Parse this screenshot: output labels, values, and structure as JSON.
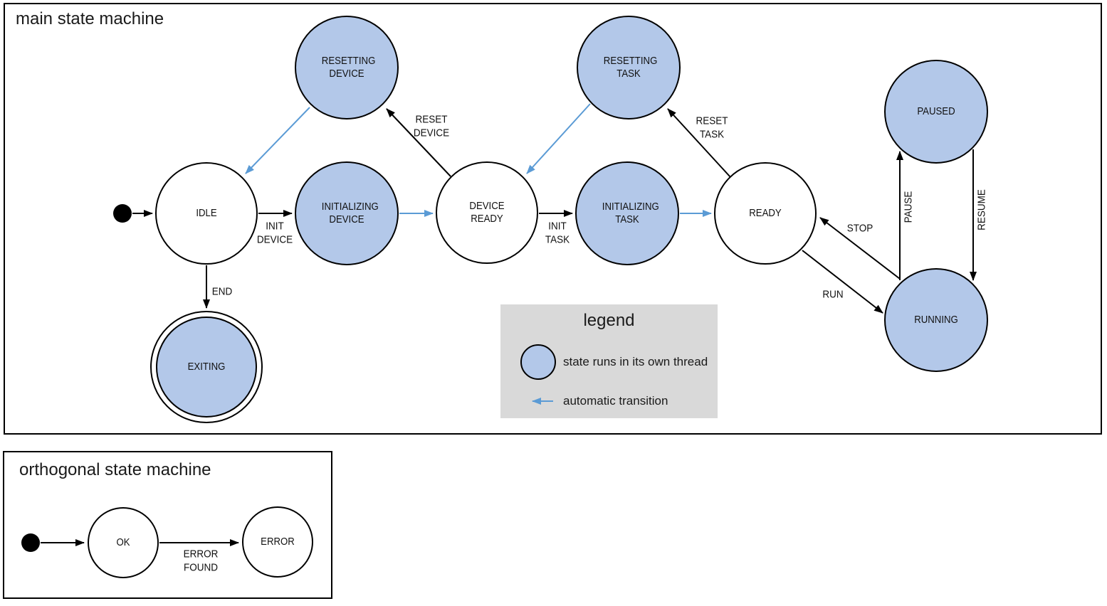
{
  "panels": {
    "main": {
      "title": "main state machine",
      "states": [
        {
          "id": "idle",
          "label": "IDLE",
          "threaded": false,
          "final": false
        },
        {
          "id": "resetting-device",
          "label": "RESETTING DEVICE",
          "threaded": true,
          "final": false
        },
        {
          "id": "initializing-device",
          "label": "INITIALIZING DEVICE",
          "threaded": true,
          "final": false
        },
        {
          "id": "device-ready",
          "label": "DEVICE READY",
          "threaded": false,
          "final": false
        },
        {
          "id": "resetting-task",
          "label": "RESETTING TASK",
          "threaded": true,
          "final": false
        },
        {
          "id": "initializing-task",
          "label": "INITIALIZING TASK",
          "threaded": true,
          "final": false
        },
        {
          "id": "ready",
          "label": "READY",
          "threaded": false,
          "final": false
        },
        {
          "id": "paused",
          "label": "PAUSED",
          "threaded": true,
          "final": false
        },
        {
          "id": "running",
          "label": "RUNNING",
          "threaded": true,
          "final": false
        },
        {
          "id": "exiting",
          "label": "EXITING",
          "threaded": true,
          "final": true
        }
      ],
      "transitions": [
        {
          "from": "initial",
          "to": "idle",
          "label": "",
          "automatic": false
        },
        {
          "from": "idle",
          "to": "initializing-device",
          "label": "INIT DEVICE",
          "automatic": false
        },
        {
          "from": "initializing-device",
          "to": "device-ready",
          "label": "",
          "automatic": true
        },
        {
          "from": "device-ready",
          "to": "resetting-device",
          "label": "RESET DEVICE",
          "automatic": false
        },
        {
          "from": "resetting-device",
          "to": "idle",
          "label": "",
          "automatic": true
        },
        {
          "from": "device-ready",
          "to": "initializing-task",
          "label": "INIT TASK",
          "automatic": false
        },
        {
          "from": "initializing-task",
          "to": "ready",
          "label": "",
          "automatic": true
        },
        {
          "from": "ready",
          "to": "resetting-task",
          "label": "RESET TASK",
          "automatic": false
        },
        {
          "from": "resetting-task",
          "to": "device-ready",
          "label": "",
          "automatic": true
        },
        {
          "from": "ready",
          "to": "running",
          "label": "RUN",
          "automatic": false
        },
        {
          "from": "running",
          "to": "ready",
          "label": "STOP",
          "automatic": false
        },
        {
          "from": "running",
          "to": "paused",
          "label": "PAUSE",
          "automatic": false
        },
        {
          "from": "paused",
          "to": "running",
          "label": "RESUME",
          "automatic": false
        },
        {
          "from": "idle",
          "to": "exiting",
          "label": "END",
          "automatic": false
        }
      ]
    },
    "legend": {
      "title": "legend",
      "items": [
        {
          "icon": "threaded-state-swatch",
          "label": "state runs in its own thread"
        },
        {
          "icon": "automatic-transition-arrow",
          "label": "automatic transition"
        }
      ]
    },
    "orthogonal": {
      "title": "orthogonal state machine",
      "states": [
        {
          "id": "ok",
          "label": "OK",
          "threaded": false,
          "final": false
        },
        {
          "id": "error",
          "label": "ERROR",
          "threaded": false,
          "final": false
        }
      ],
      "transitions": [
        {
          "from": "initial",
          "to": "ok",
          "label": "",
          "automatic": false
        },
        {
          "from": "ok",
          "to": "error",
          "label": "ERROR FOUND",
          "automatic": false
        }
      ]
    }
  },
  "colors": {
    "threaded_fill": "#b3c8e9",
    "automatic_transition": "#5b9bd5",
    "outline": "#000000",
    "legend_bg": "#d9d9d9"
  }
}
